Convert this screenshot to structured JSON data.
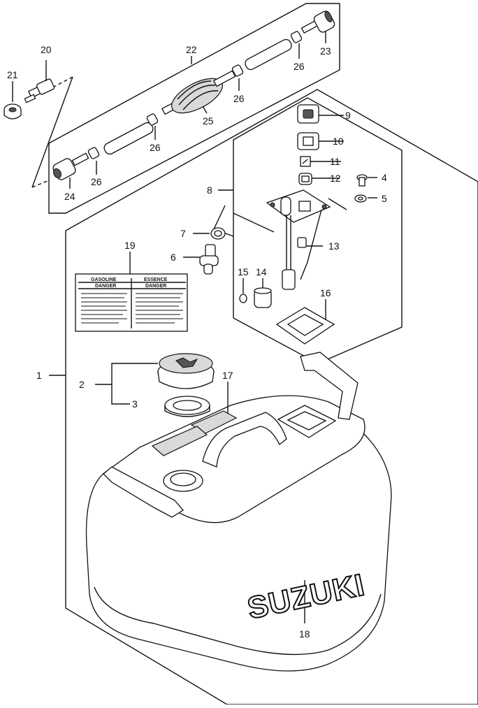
{
  "callouts": {
    "c1": "1",
    "c2": "2",
    "c3": "3",
    "c4": "4",
    "c5": "5",
    "c6": "6",
    "c7": "7",
    "c8": "8",
    "c9": "9",
    "c10": "10",
    "c11": "11",
    "c12": "12",
    "c13": "13",
    "c14": "14",
    "c15": "15",
    "c16": "16",
    "c17": "17",
    "c18": "18",
    "c19": "19",
    "c20": "20",
    "c21": "21",
    "c22": "22",
    "c23": "23",
    "c24": "24",
    "c25": "25",
    "c26a": "26",
    "c26b": "26",
    "c26c": "26",
    "c26d": "26"
  },
  "label": {
    "left_title": "GASOLINE",
    "left_warning": "DANGER",
    "right_title": "ESSENCE",
    "right_warning": "DANGER"
  },
  "tank": {
    "brand": "SUZUKI"
  }
}
